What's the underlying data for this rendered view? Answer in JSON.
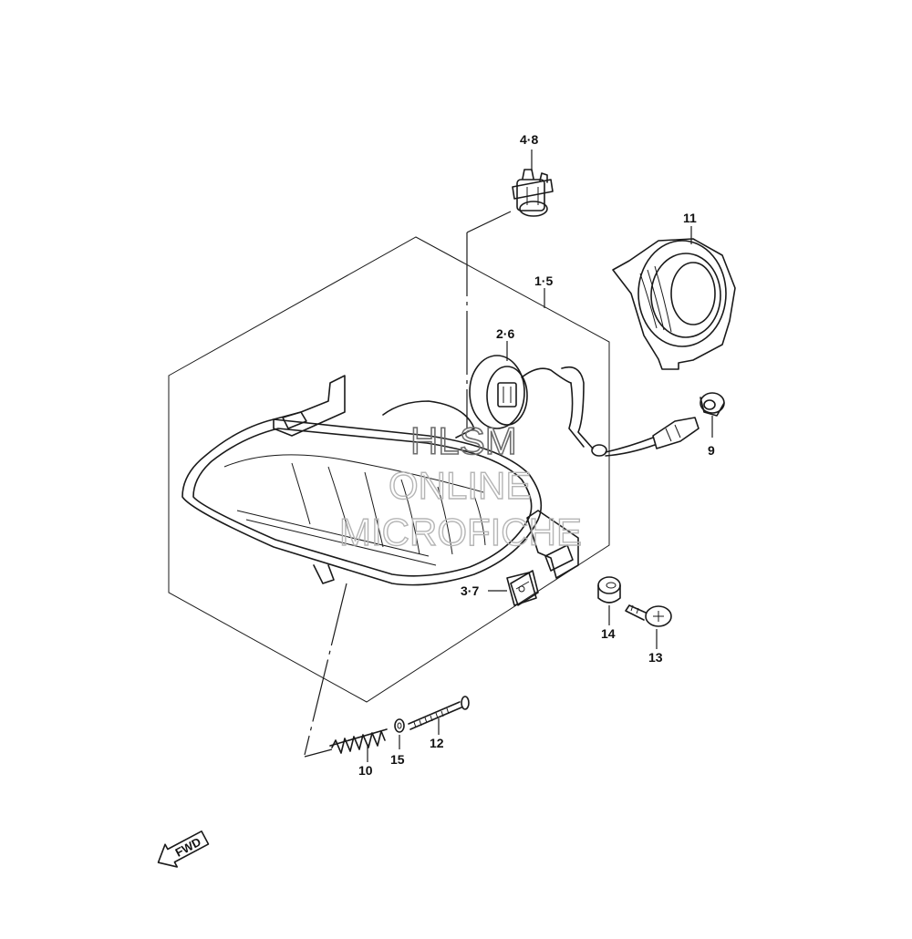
{
  "callouts": {
    "c_4_8": "4·8",
    "c_11": "11",
    "c_1_5": "1·5",
    "c_2_6": "2·6",
    "c_9": "9",
    "c_3_7": "3·7",
    "c_14": "14",
    "c_13": "13",
    "c_12": "12",
    "c_15": "15",
    "c_10": "10"
  },
  "watermark": {
    "line1": "HLSM",
    "line2": "ONLINE",
    "line3": "MICROFICHE"
  },
  "direction_arrow": {
    "label": "FWD",
    "icon": "fwd-arrow-icon"
  },
  "colors": {
    "line": "#1a1a1a",
    "background": "#ffffff",
    "watermark": "#6d6d6d"
  }
}
